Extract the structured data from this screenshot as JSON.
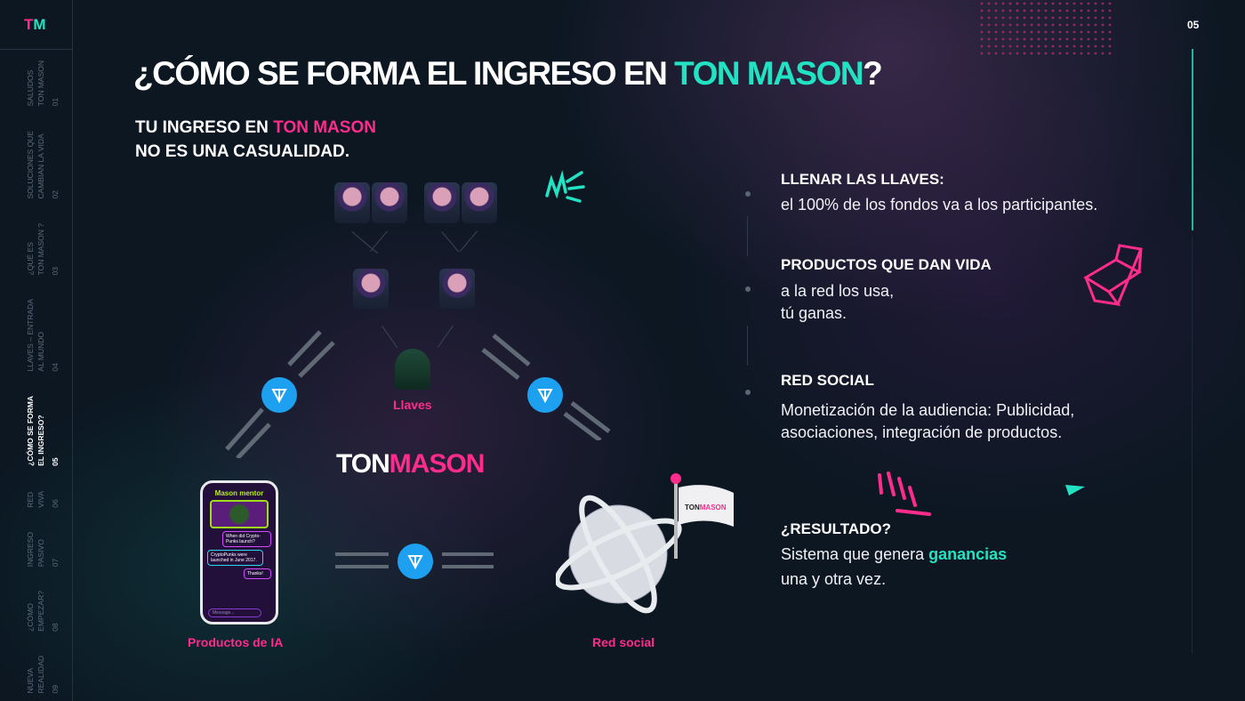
{
  "logo": {
    "t": "T",
    "m": "M"
  },
  "page_number": "05",
  "progress_percent": 30,
  "nav": [
    {
      "line1": "SALUDOS",
      "line2": "TON MASON",
      "num": "01"
    },
    {
      "line1": "SOLUCIONES QUE",
      "line2": "CAMBIAN LA VIDA",
      "num": "02"
    },
    {
      "line1": "¿QUÉ ES",
      "line2": "TON MASON ?",
      "num": "03"
    },
    {
      "line1": "LLAVES – ENTRADA",
      "line2": "AL MUNDO",
      "num": "04"
    },
    {
      "line1": "¿CÓMO SE FORMA",
      "line2": "EL INGRESO?",
      "num": "05"
    },
    {
      "line1": "RED",
      "line2": "VIVA",
      "num": "06"
    },
    {
      "line1": "INGRESO",
      "line2": "PASIVO",
      "num": "07"
    },
    {
      "line1": "¿CÓMO",
      "line2": "EMPEZAR?",
      "num": "08"
    },
    {
      "line1": "NUEVA",
      "line2": "REALIDAD",
      "num": "09"
    }
  ],
  "title": {
    "pre": "¿CÓMO SE FORMA EL INGRESO EN ",
    "highlight": "TON MASON",
    "post": "?"
  },
  "subtitle": {
    "l1_pre": "TU INGRESO EN ",
    "l1_hl": "TON MASON",
    "l2": "NO ES UNA CASUALIDAD."
  },
  "diagram": {
    "llaves": "Llaves",
    "productos": "Productos de IA",
    "red_social": "Red social",
    "brand_a": "TON",
    "brand_b": "MASON",
    "flag_a": "TON",
    "flag_b": "MASON",
    "phone": {
      "title": "Mason mentor",
      "q": "When did Crypto-Punks launch?",
      "a": "CryptoPunks were launched in June 2017.",
      "thanks": "Thanks!",
      "placeholder": "Message..."
    }
  },
  "right": [
    {
      "title": "LLENAR LAS LLAVES:",
      "text": "el 100% de los fondos va a los participantes."
    },
    {
      "title": "PRODUCTOS QUE DAN VIDA",
      "text1": "a la red los usa,",
      "text2": "tú ganas."
    },
    {
      "title": "RED SOCIAL",
      "text1": "Monetización de la audiencia: Publicidad,",
      "text2": "asociaciones, integración de productos."
    }
  ],
  "result": {
    "title": "¿RESULTADO?",
    "l1_pre": "Sistema que genera ",
    "l1_hl": "ganancias",
    "l2": "una y otra vez."
  },
  "colors": {
    "pink": "#ff2b8d",
    "cyan": "#21e3c3",
    "ton": "#1ea0f0"
  }
}
